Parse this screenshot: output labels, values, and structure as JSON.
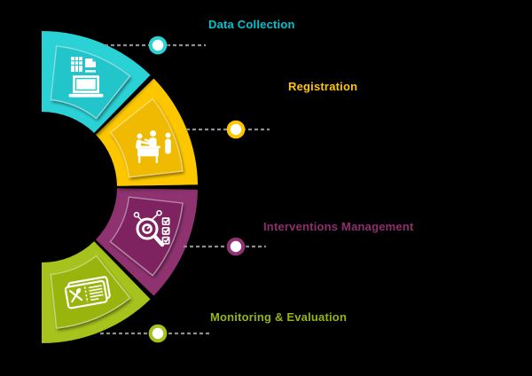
{
  "background_color": "#000000",
  "connector_color": "#8E8E8E",
  "dot_center_color": "#FFFFFF",
  "icon_color": "#FFFFFF",
  "steps": [
    {
      "id": "data-collection",
      "label": "Data Collection",
      "segment_color": "#2CD2D6",
      "panel_color": "#23C5CA",
      "label_color": "#00C3D0",
      "icon": "documents-laptop-icon"
    },
    {
      "id": "registration",
      "label": "Registration",
      "segment_color": "#FDC701",
      "panel_color": "#F0BA00",
      "label_color": "#FEC601",
      "icon": "reception-desk-icon"
    },
    {
      "id": "interventions-management",
      "label": "Interventions Management",
      "segment_color": "#8E3170",
      "panel_color": "#7F2260",
      "label_color": "#8E2E6E",
      "icon": "magnifier-checklist-icon"
    },
    {
      "id": "monitoring-evaluation",
      "label": "Monitoring & Evaluation",
      "segment_color": "#A6C21C",
      "panel_color": "#99B50F",
      "label_color": "#96B411",
      "icon": "meal-tickets-icon"
    }
  ]
}
